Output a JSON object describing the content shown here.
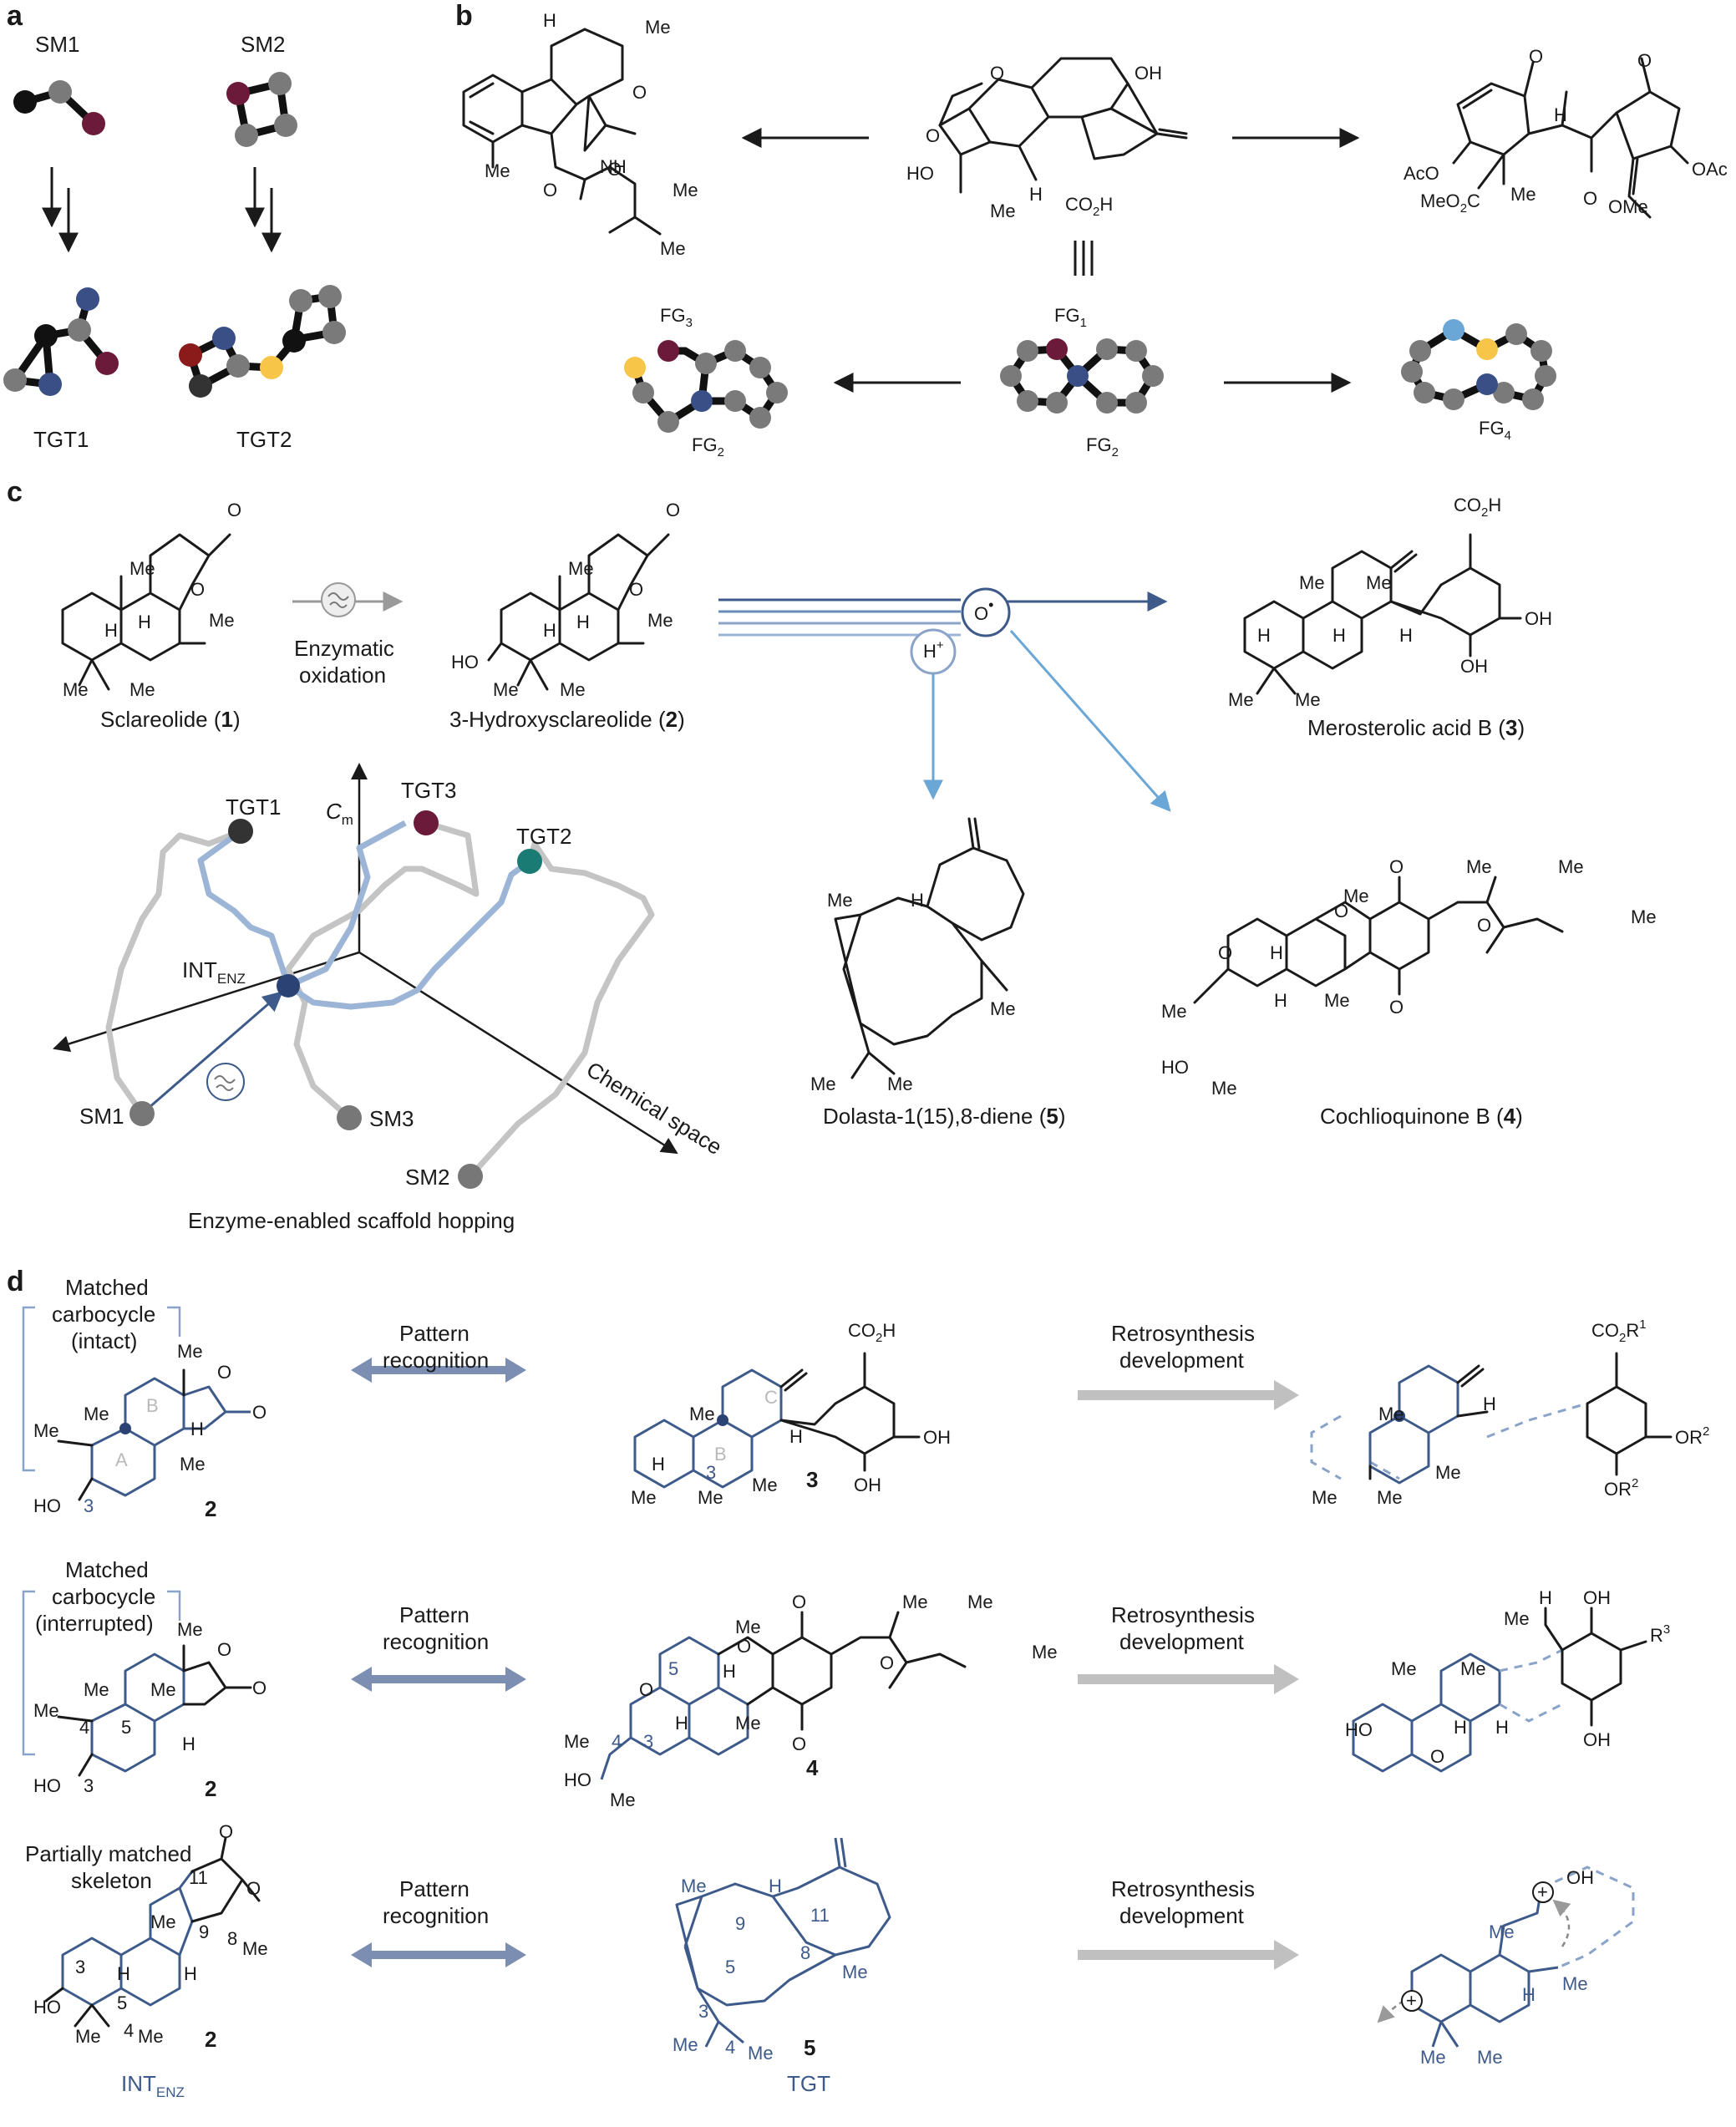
{
  "panels": {
    "a": "a",
    "b": "b",
    "c": "c",
    "d": "d"
  },
  "panel_a": {
    "sm1": "SM1",
    "sm2": "SM2",
    "tgt1": "TGT1",
    "tgt2": "TGT2"
  },
  "panel_b": {
    "fg1": "FG",
    "fg1_sub": "1",
    "fg2": "FG",
    "fg2_sub": "2",
    "fg3": "FG",
    "fg3_sub": "3",
    "fg4": "FG",
    "fg4_sub": "4"
  },
  "panel_c": {
    "sclareolide": "Sclareolide (",
    "sclareolide_num": "1",
    "close": ")",
    "enzymatic": "Enzymatic",
    "oxidation": "oxidation",
    "hydroxy": "3-Hydroxysclareolide (",
    "hydroxy_num": "2",
    "merosterolic": "Merosterolic acid B (",
    "merosterolic_num": "3",
    "dolasta": "Dolasta-1(15),8-diene (",
    "dolasta_num": "5",
    "cochlio": "Cochlioquinone B (",
    "cochlio_num": "4",
    "radical": "O",
    "proton": "H",
    "proton_sup": "+",
    "space": {
      "tgt1": "TGT1",
      "tgt2": "TGT2",
      "tgt3": "TGT3",
      "int": "INT",
      "int_sub": "ENZ",
      "sm1": "SM1",
      "sm2": "SM2",
      "sm3": "SM3",
      "cm": "C",
      "cm_sub": "m",
      "chem_space": "Chemical space"
    },
    "caption": "Enzyme-enabled scaffold hopping"
  },
  "panel_d": {
    "row1": {
      "note1": "Matched",
      "note2": "carbocycle",
      "note3": "(intact)",
      "pattern1": "Pattern",
      "pattern2": "recognition",
      "retro1": "Retrosynthesis",
      "retro2": "development",
      "cmpd_left": "2",
      "cmpd_mid": "3"
    },
    "row2": {
      "note1": "Matched",
      "note2": "carbocycle",
      "note3": "(interrupted)",
      "pattern1": "Pattern",
      "pattern2": "recognition",
      "retro1": "Retrosynthesis",
      "retro2": "development",
      "cmpd_left": "2",
      "cmpd_mid": "4"
    },
    "row3": {
      "note1": "Partially matched",
      "note2": "skeleton",
      "pattern1": "Pattern",
      "pattern2": "recognition",
      "retro1": "Retrosynthesis",
      "retro2": "development",
      "cmpd_left": "2",
      "cmpd_mid": "5",
      "int": "INT",
      "int_sub": "ENZ",
      "tgt": "TGT"
    }
  },
  "atoms": {
    "me": "Me",
    "h": "H",
    "oh": "OH",
    "ho": "HO",
    "o": "O",
    "co2h": "CO",
    "co2h_tail": "H",
    "ac": "AcO",
    "oac": "OAc",
    "meo2c": "MeO",
    "ome": "OMe",
    "nh": "NH",
    "co2r": "CO",
    "r1": "R",
    "or2": "OR",
    "r3": "R",
    "a_ring": "A",
    "b_ring": "B",
    "c_ring": "C"
  },
  "colors": {
    "dark": "#1a1a1a",
    "blue": "#3d5a8a",
    "lightblue": "#9cb5d6",
    "grey": "#c4c4c4",
    "maroon": "#6b1a3a",
    "navy": "#3a4f86",
    "yellow": "#f7c548",
    "red": "#8b1a1a",
    "teal": "#1a7a74",
    "sky": "#6aa6d6"
  }
}
